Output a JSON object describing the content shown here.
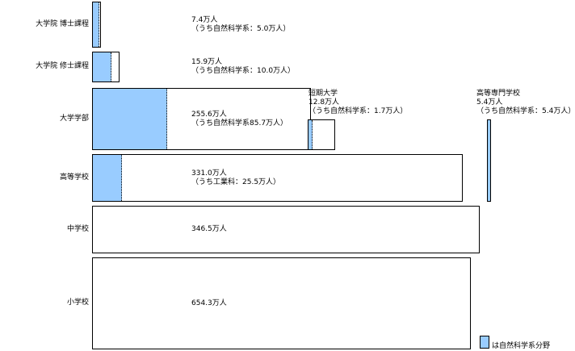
{
  "chart_data": {
    "type": "bar",
    "orientation": "horizontal",
    "unit": "万人",
    "colors": {
      "highlight": "#99ccff",
      "border": "#000000"
    },
    "legend": {
      "label": "は自然科学系分野",
      "placement": "bottom-right"
    },
    "bars": [
      {
        "category": "大学院 博士課程",
        "total": 7.4,
        "sub": 5.0,
        "total_label": "7.4万人",
        "sub_label": "（うち自然科学系：5.0万人）"
      },
      {
        "category": "大学院 修士課程",
        "total": 15.9,
        "sub": 10.0,
        "total_label": "15.9万人",
        "sub_label": "（うち自然科学系：10.0万人）"
      },
      {
        "category": "大学学部",
        "total": 255.6,
        "sub": 85.7,
        "total_label": "255.6万人",
        "sub_label": "（うち自然科学系85.7万人）"
      },
      {
        "category": "高等学校",
        "total": 331.0,
        "sub": 25.5,
        "total_label": "331.0万人",
        "sub_label": "（うち工業科：25.5万人）"
      },
      {
        "category": "中学校",
        "total": 346.5,
        "sub": null,
        "total_label": "346.5万人",
        "sub_label": ""
      },
      {
        "category": "小学校",
        "total": 654.3,
        "sub": null,
        "total_label": "654.3万人",
        "sub_label": ""
      }
    ],
    "side": [
      {
        "category": "短期大学",
        "total": 12.8,
        "sub": 1.7,
        "total_label": "12.8万人",
        "sub_label": "（うち自然科学系：1.7万人）"
      },
      {
        "category": "高等専門学校",
        "total": 5.4,
        "sub": 5.4,
        "total_label": "5.4万人",
        "sub_label": "（うち自然科学系：5.4万人）"
      }
    ]
  }
}
